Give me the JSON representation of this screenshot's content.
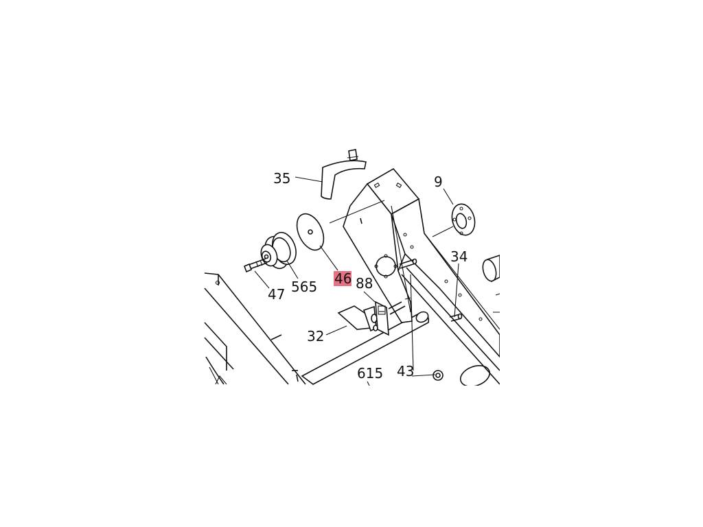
{
  "diagram": {
    "highlight_color": "#e05a6e",
    "labels": {
      "p35": "35",
      "p9": "9",
      "p34": "34",
      "p46": "46",
      "p88": "88",
      "p47": "47",
      "p565": "565",
      "p32": "32",
      "p615": "615",
      "p43": "43"
    }
  }
}
